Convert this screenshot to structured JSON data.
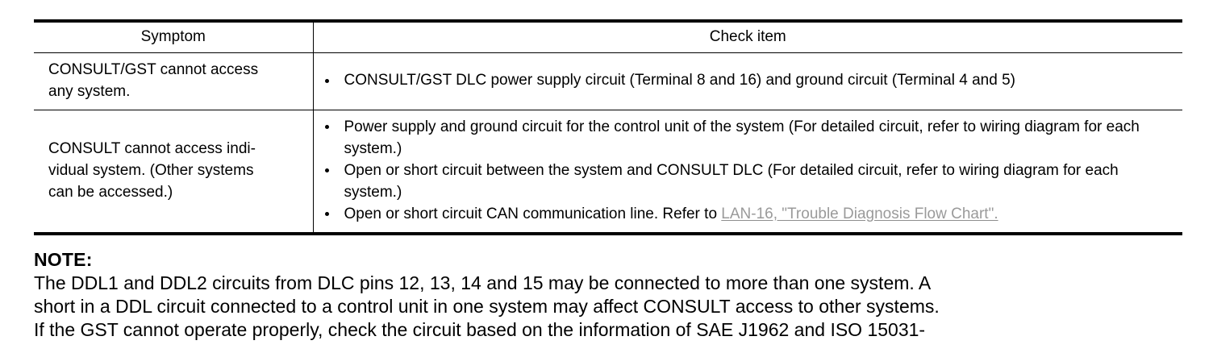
{
  "table": {
    "headers": {
      "symptom": "Symptom",
      "check_item": "Check item"
    },
    "rows": [
      {
        "symptom_lines": [
          "CONSULT/GST cannot access",
          "any system."
        ],
        "check_items": [
          {
            "text": "CONSULT/GST DLC power supply circuit (Terminal 8 and 16) and ground circuit (Terminal 4 and 5)"
          }
        ]
      },
      {
        "symptom_lines": [
          "CONSULT cannot access indi-",
          "vidual system. (Other systems",
          "can be accessed.)"
        ],
        "check_items": [
          {
            "text": "Power supply and ground circuit for the control unit of the system (For detailed circuit, refer to wiring diagram for each system.)"
          },
          {
            "text": "Open or short circuit between the system and CONSULT DLC (For detailed circuit, refer to wiring diagram for each system.)"
          },
          {
            "text_before_link": "Open or short circuit CAN communication line. Refer to ",
            "link_text": "LAN-16, \"Trouble Diagnosis Flow Chart\".",
            "link_color": "#9a9a9a"
          }
        ]
      }
    ]
  },
  "note": {
    "heading": "NOTE:",
    "lines": [
      "The DDL1 and DDL2 circuits from DLC pins 12, 13, 14 and 15 may be connected to more than one system. A",
      "short in a DDL circuit connected to a control unit in one system may affect CONSULT access to other systems.",
      "If the GST cannot operate properly, check the circuit based on the information of SAE J1962 and ISO 15031-"
    ]
  }
}
